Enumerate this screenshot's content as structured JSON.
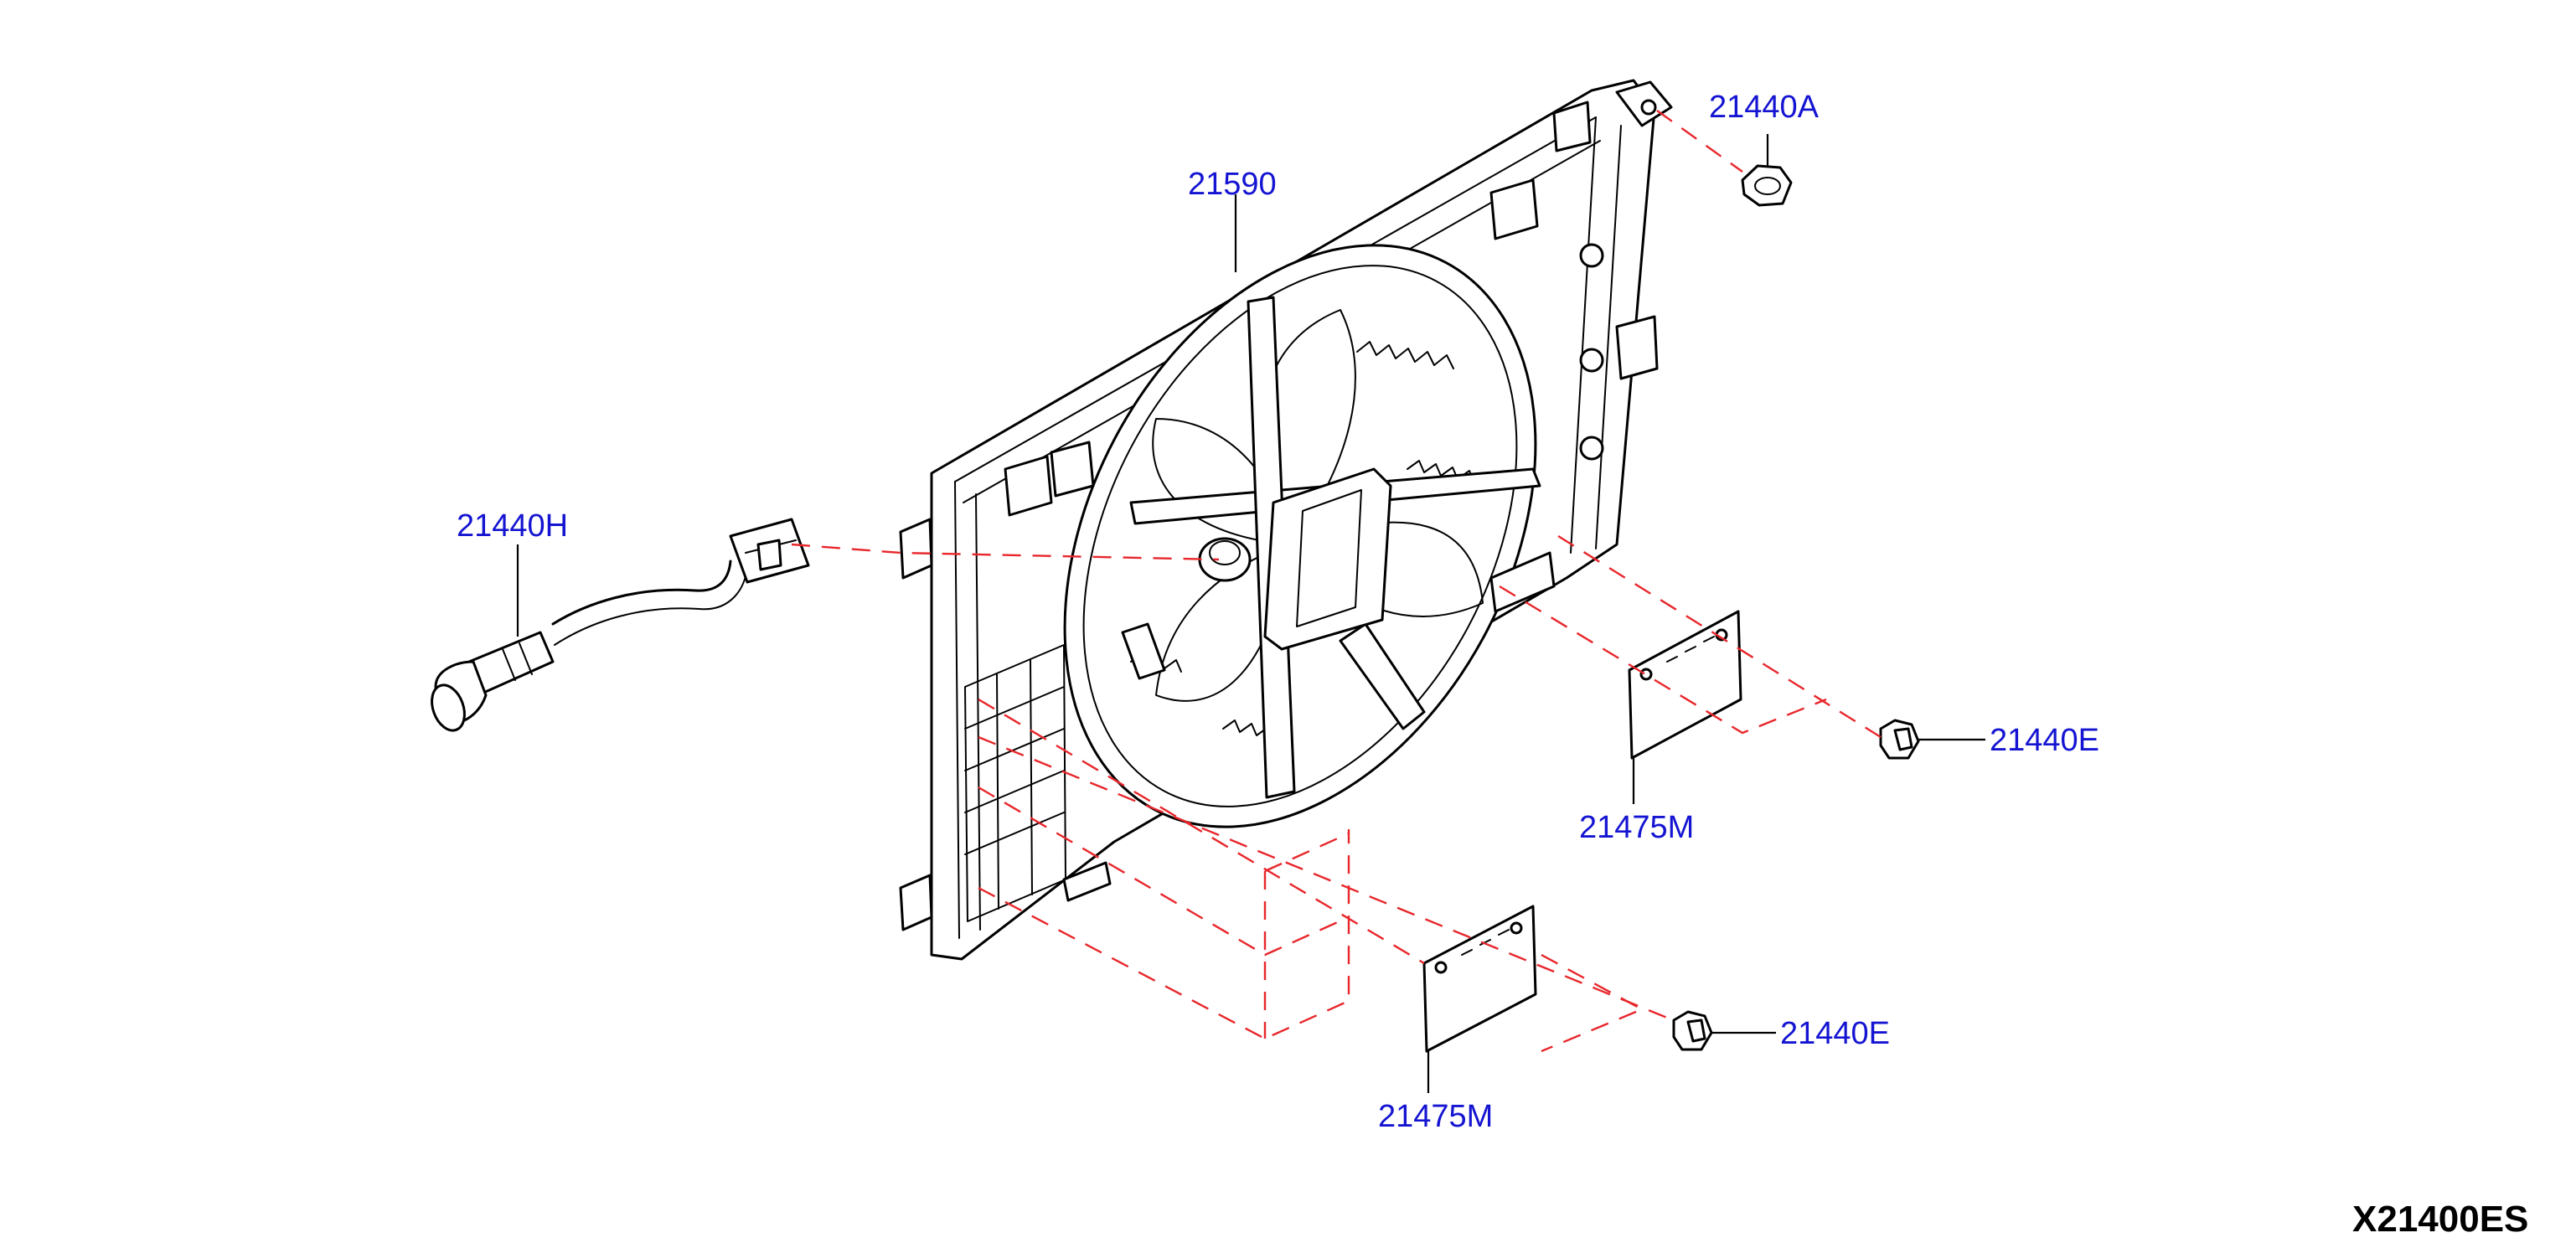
{
  "callouts": {
    "c21590": "21590",
    "c21440A": "21440A",
    "c21440H": "21440H",
    "c21440E_upper": "21440E",
    "c21440E_lower": "21440E",
    "c21475M_upper": "21475M",
    "c21475M_lower": "21475M"
  },
  "diagram_code": "X21400ES",
  "colors": {
    "callout_text": "#1414d2",
    "guide_line": "#e8262b",
    "part_line": "#000000"
  }
}
